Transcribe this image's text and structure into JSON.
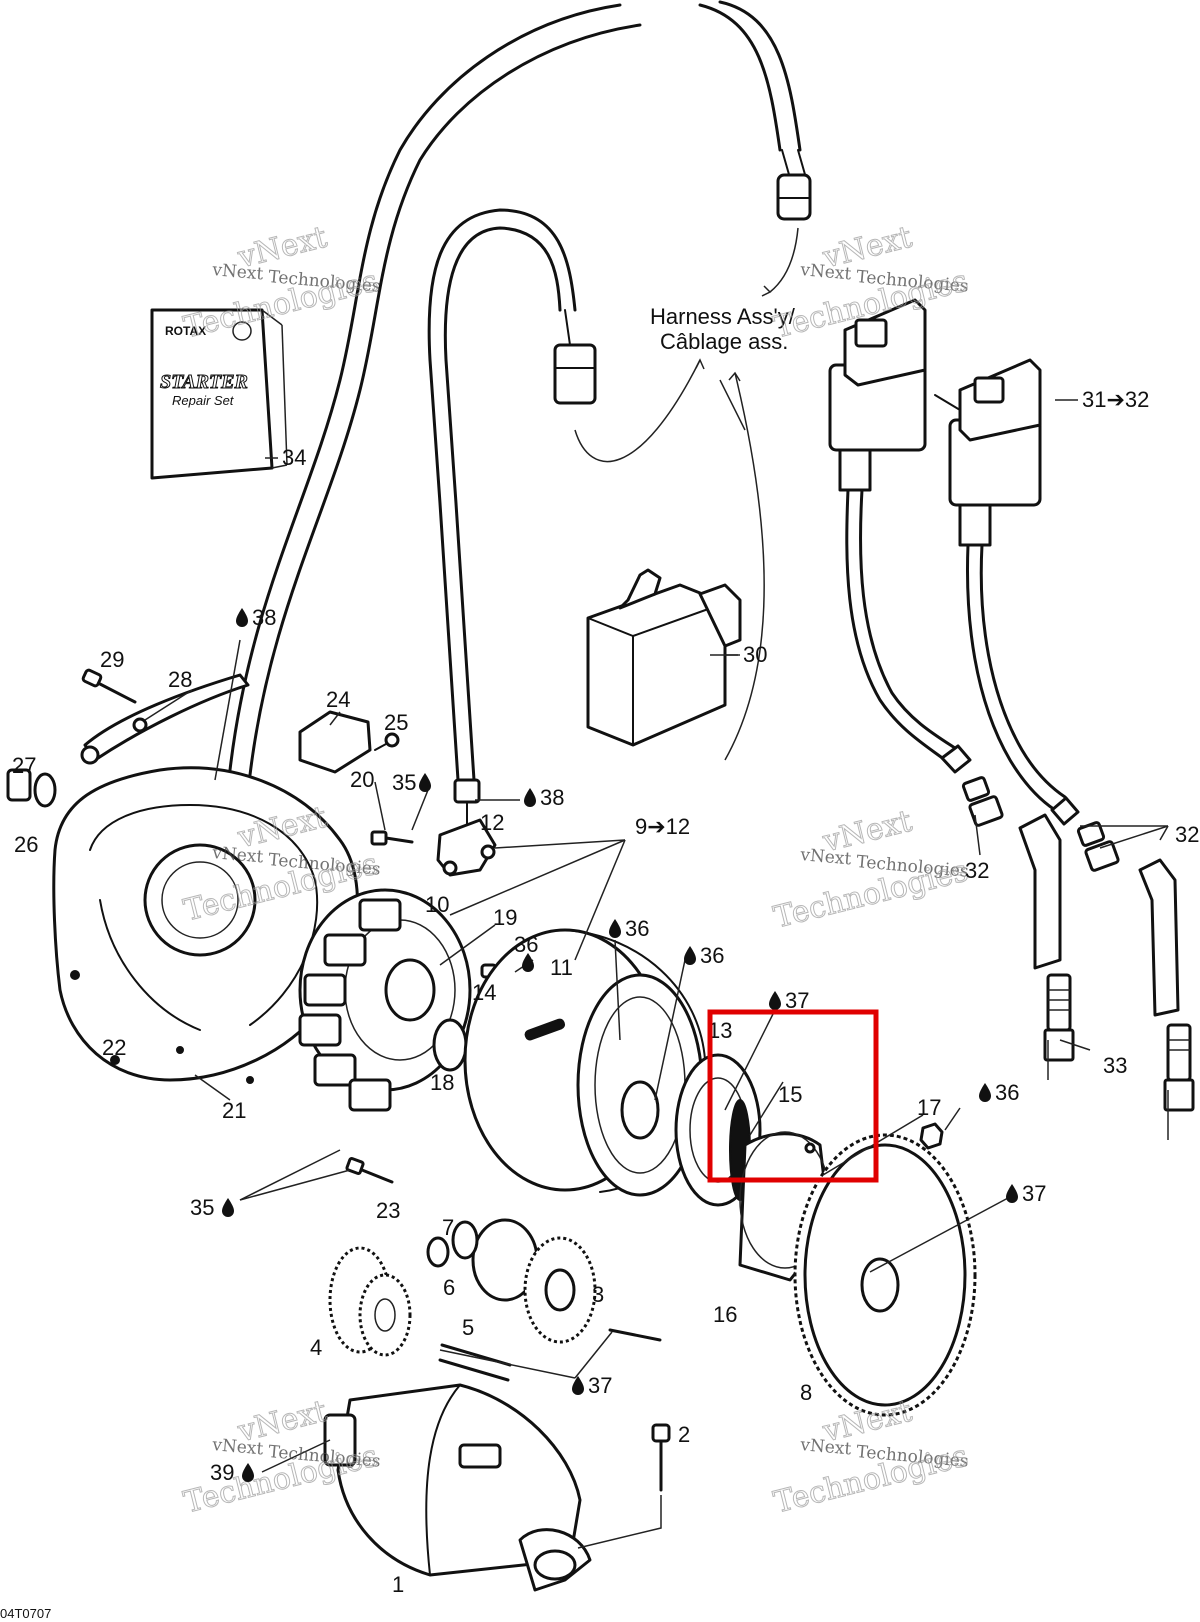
{
  "diagram_ref": "04T0707",
  "harness": {
    "line1": "Harness Ass'y/",
    "line2": "Câblage ass."
  },
  "manual": {
    "brand": "ROTAX",
    "title": "STARTER",
    "subtitle": "Repair Set"
  },
  "watermark": {
    "line1": "vNext",
    "line2": "Technologies"
  },
  "arrow_glyph": "→",
  "drop_glyph": "💧",
  "highlight": {
    "color": "#e00000"
  },
  "labels": {
    "p1": "1",
    "p2": "2",
    "p3": "3",
    "p4": "4",
    "p5": "5",
    "p6": "6",
    "p7": "7",
    "p8": "8",
    "p9_12": "9➔12",
    "p10": "10",
    "p11": "11",
    "p12": "12",
    "p13": "13",
    "p14": "14",
    "p15": "15",
    "p16": "16",
    "p17": "17",
    "p18": "18",
    "p19": "19",
    "p20": "20",
    "p21": "21",
    "p22": "22",
    "p23": "23",
    "p24": "24",
    "p25": "25",
    "p26": "26",
    "p27": "27",
    "p28": "28",
    "p29": "29",
    "p30": "30",
    "p31_32": "31➔32",
    "p32a": "32",
    "p32b": "32",
    "p33": "33",
    "p34": "34",
    "p35a": "35",
    "p35b": "35",
    "p36a": "36",
    "p36b": "36",
    "p36c": "36",
    "p36d": "36",
    "p37a": "37",
    "p37b": "37",
    "p37c": "37",
    "p38a": "38",
    "p38b": "38",
    "p39": "39"
  }
}
